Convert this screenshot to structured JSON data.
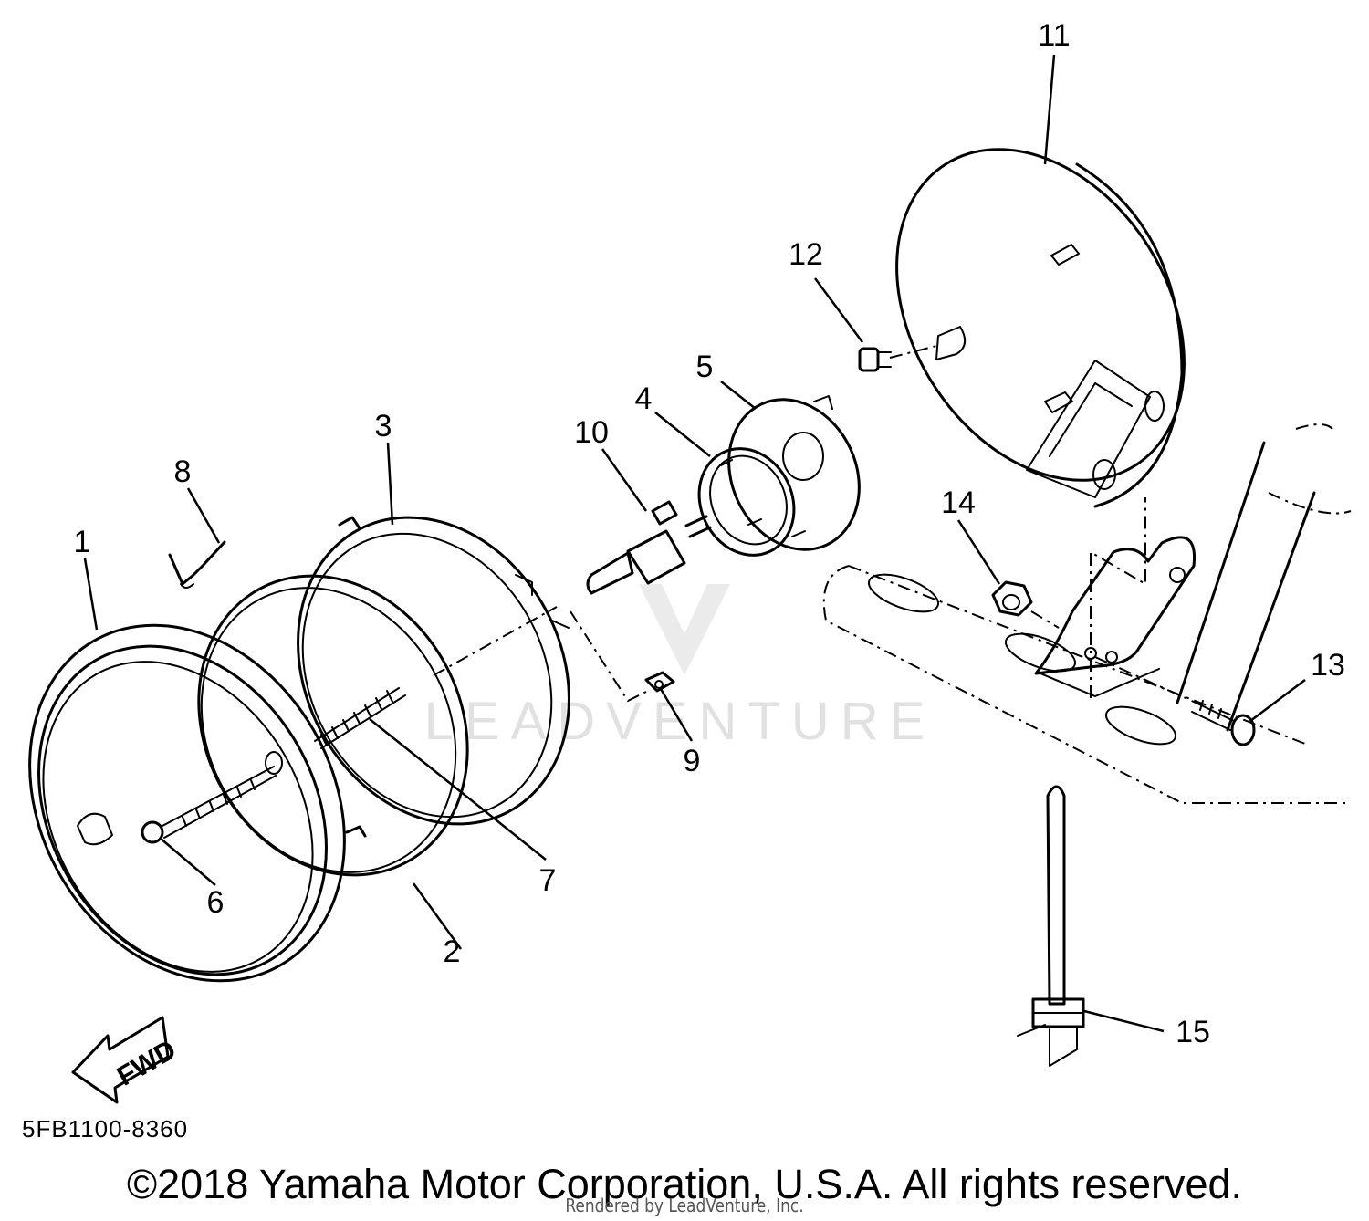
{
  "diagram": {
    "callouts": [
      {
        "id": "1",
        "label": "1"
      },
      {
        "id": "2",
        "label": "2"
      },
      {
        "id": "3",
        "label": "3"
      },
      {
        "id": "4",
        "label": "4"
      },
      {
        "id": "5",
        "label": "5"
      },
      {
        "id": "6",
        "label": "6"
      },
      {
        "id": "7",
        "label": "7"
      },
      {
        "id": "8",
        "label": "8"
      },
      {
        "id": "9",
        "label": "9"
      },
      {
        "id": "10",
        "label": "10"
      },
      {
        "id": "11",
        "label": "11"
      },
      {
        "id": "12",
        "label": "12"
      },
      {
        "id": "13",
        "label": "13"
      },
      {
        "id": "14",
        "label": "14"
      },
      {
        "id": "15",
        "label": "15"
      }
    ],
    "direction_arrow": "FWD",
    "diagram_code": "5FB1100-8360",
    "watermark": "LEADVENTURE"
  },
  "footer": {
    "copyright": "©2018 Yamaha Motor Corporation, U.S.A. All rights reserved.",
    "rendered_by": "Rendered by LeadVenture, Inc."
  }
}
